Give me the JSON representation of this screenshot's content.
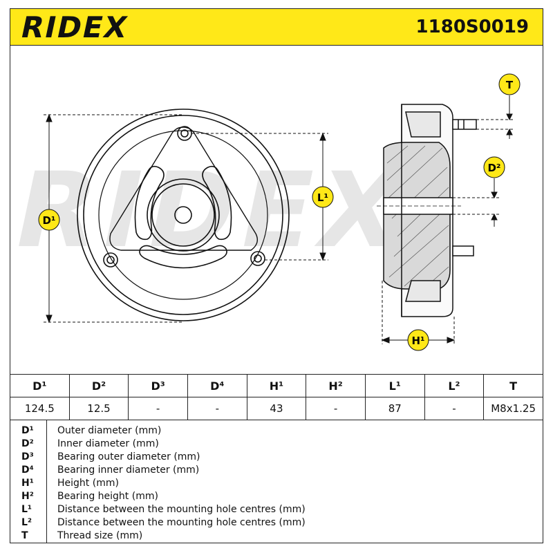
{
  "header": {
    "brand": "RIDEX",
    "part_number": "1180S0019"
  },
  "diagram": {
    "labels": {
      "d1": "D¹",
      "d2": "D²",
      "l1": "L¹",
      "h1": "H¹",
      "t": "T"
    },
    "watermark": "RIDEX"
  },
  "specs": {
    "headers": [
      "D¹",
      "D²",
      "D³",
      "D⁴",
      "H¹",
      "H²",
      "L¹",
      "L²",
      "T"
    ],
    "values": [
      "124.5",
      "12.5",
      "-",
      "-",
      "43",
      "-",
      "87",
      "-",
      "M8x1.25"
    ]
  },
  "legend": [
    {
      "key": "D¹",
      "desc": "Outer diameter (mm)"
    },
    {
      "key": "D²",
      "desc": "Inner diameter (mm)"
    },
    {
      "key": "D³",
      "desc": "Bearing outer diameter (mm)"
    },
    {
      "key": "D⁴",
      "desc": "Bearing inner diameter (mm)"
    },
    {
      "key": "H¹",
      "desc": "Height (mm)"
    },
    {
      "key": "H²",
      "desc": "Bearing height (mm)"
    },
    {
      "key": "L¹",
      "desc": "Distance between the mounting hole centres (mm)"
    },
    {
      "key": "L²",
      "desc": "Distance between the mounting hole centres (mm)"
    },
    {
      "key": "T",
      "desc": "Thread size (mm)"
    }
  ]
}
